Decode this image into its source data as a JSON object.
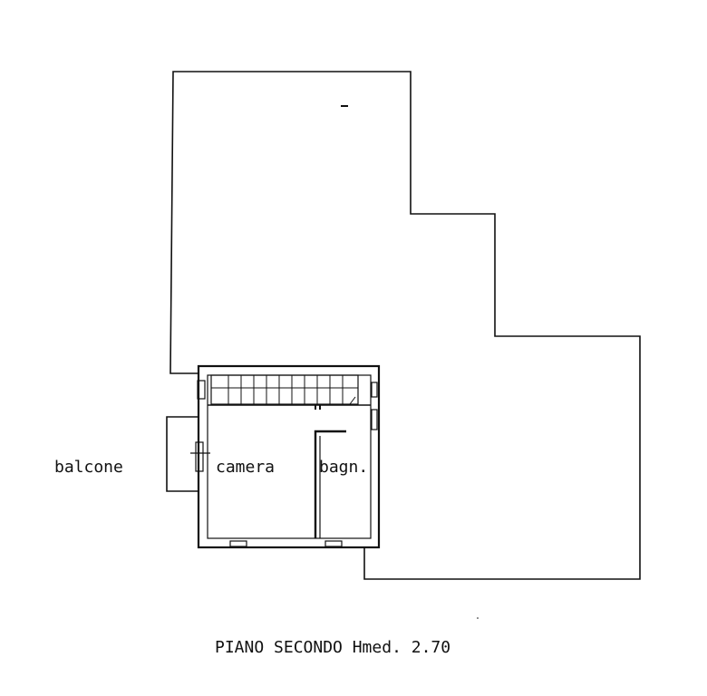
{
  "rooms": {
    "balcone": "balcone",
    "camera": "camera",
    "bagno": "bagn."
  },
  "caption": "PIANO SECONDO Hmed. 2.70",
  "colors": {
    "line": "#111111",
    "background": "#ffffff"
  }
}
